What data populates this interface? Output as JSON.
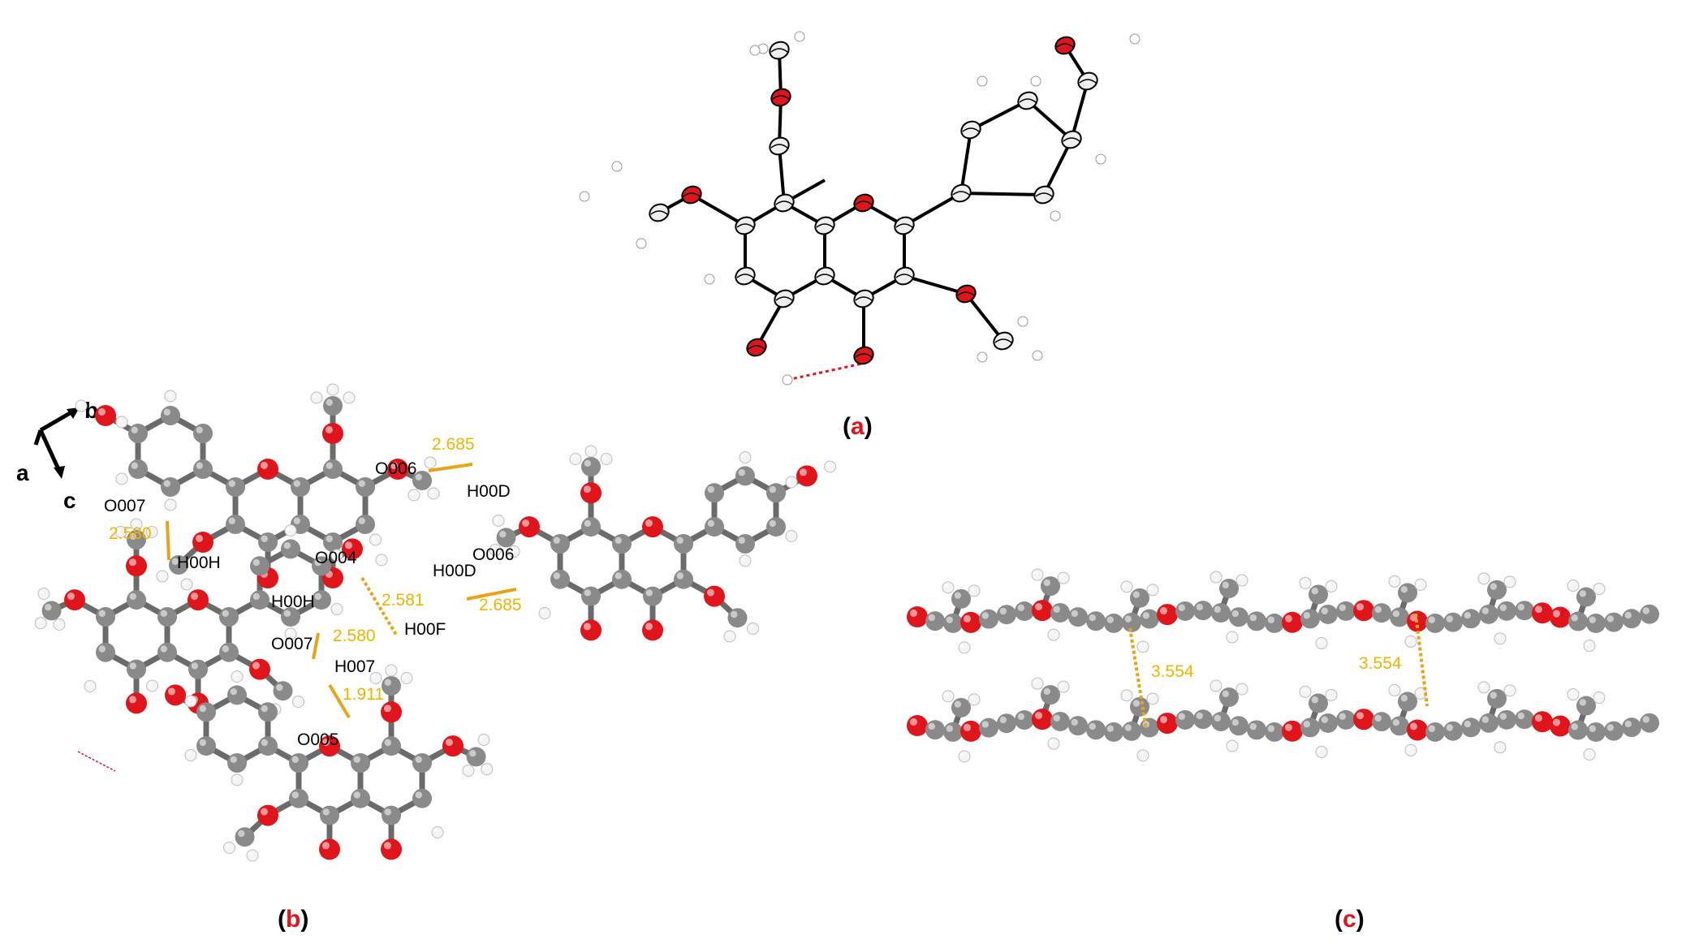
{
  "colors": {
    "oxygen": "#e0141b",
    "carbon": "#8a8a8a",
    "hydrogen": "#f4f4f4",
    "hbond": "#e8a317",
    "distance_text": "#f0b400",
    "label_accent": "#e0141b",
    "ellipsoid_fill": "#eeeeee"
  },
  "panels": {
    "a": {
      "open": "(",
      "letter": "a",
      "close": ")"
    },
    "b": {
      "open": "(",
      "letter": "b",
      "close": ")"
    },
    "c": {
      "open": "(",
      "letter": "c",
      "close": ")"
    }
  },
  "axes": {
    "a": "a",
    "b": "b",
    "c": "c"
  },
  "atom_labels": {
    "o007_top": "O007",
    "h00h_top": "H00H",
    "o006_left": "O006",
    "h00d_top": "H00D",
    "o004": "O004",
    "h00h_mid": "H00H",
    "h00d_mid": "H00D",
    "o006_right": "O006",
    "h00f": "H00F",
    "o007_mid": "O007",
    "h007": "H007",
    "o005": "O005"
  },
  "distances": {
    "d_o007_h00h": "2.580",
    "d_o006_h00d": "2.685",
    "d_o004_h00f": "2.581",
    "d_h00d_o006": "2.685",
    "d_h00h_o007": "2.580",
    "d_h007_o005": "1.911",
    "pi_left": "3.554",
    "pi_right": "3.554"
  }
}
